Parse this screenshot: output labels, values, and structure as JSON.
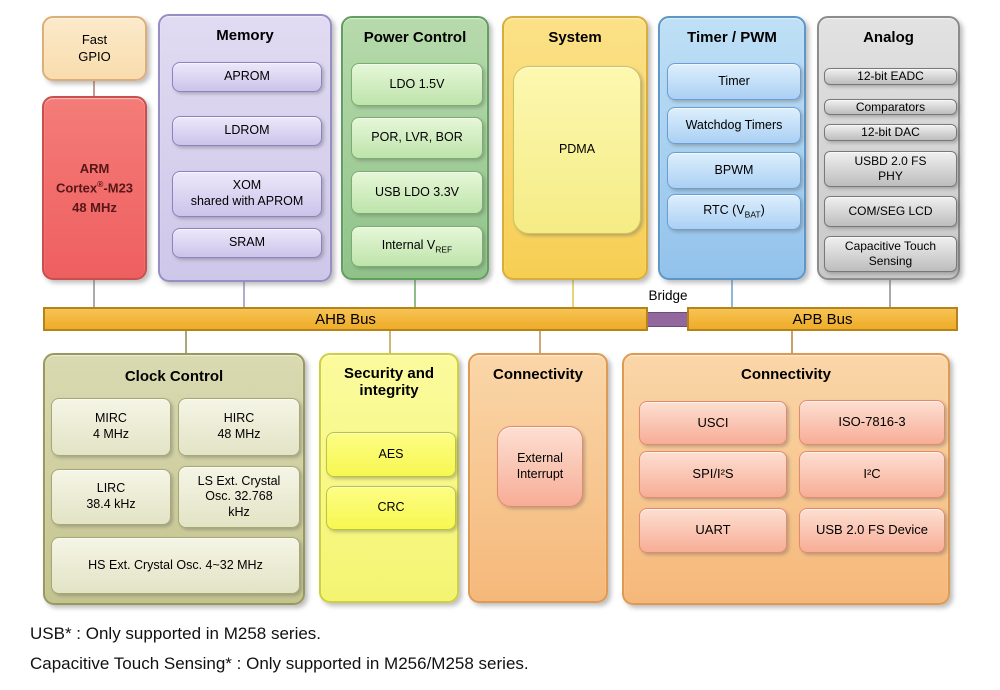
{
  "palette": {
    "arm_red": "#EE5F60",
    "gpio_peach": "#F8DCAD",
    "memory_purple": "#CEC7E9",
    "power_green": "#8FC289",
    "system_yellow": "#F6CE53",
    "timer_blue": "#92C2EB",
    "analog_gray": "#C8C8C8",
    "bus_gold": "#EFAC28",
    "bridge_purple": "#91679E",
    "clock_olive": "#C4C48F",
    "security_yellow": "#F4F472",
    "connectivity_orange": "#F5B87A",
    "connectivity_item_pink": "#F7AD96"
  },
  "blocks": {
    "fast_gpio": {
      "label": "Fast\nGPIO"
    },
    "arm": {
      "line1": "ARM",
      "line2_pre": "Cortex",
      "line2_sup": "®",
      "line2_post": "-M23",
      "line3": "48 MHz"
    },
    "memory": {
      "title": "Memory",
      "items": [
        "APROM",
        "LDROM",
        "XOM\nshared with APROM",
        "SRAM"
      ]
    },
    "power_control": {
      "title": "Power Control",
      "items": [
        "LDO 1.5V",
        "POR, LVR, BOR",
        "USB LDO 3.3V"
      ],
      "vref": {
        "pre": "Internal V",
        "sub": "REF"
      }
    },
    "system": {
      "title": "System",
      "items": [
        "PDMA"
      ]
    },
    "timer_pwm": {
      "title": "Timer / PWM",
      "items": [
        "Timer",
        "Watchdog Timers",
        "BPWM"
      ],
      "rtc": {
        "pre": "RTC (V",
        "sub": "BAT",
        "post": ")"
      }
    },
    "analog": {
      "title": "Analog",
      "items": [
        "12-bit EADC",
        "Comparators",
        "12-bit DAC",
        "USBD 2.0 FS\nPHY",
        "COM/SEG LCD",
        "Capacitive Touch\nSensing"
      ]
    },
    "clock_control": {
      "title": "Clock Control",
      "items": [
        "MIRC\n4 MHz",
        "HIRC\n48 MHz",
        "LIRC\n38.4 kHz",
        "LS Ext. Crystal\nOsc. 32.768\nkHz",
        "HS Ext. Crystal Osc. 4~32 MHz"
      ]
    },
    "security": {
      "title": "Security and\nintegrity",
      "items": [
        "AES",
        "CRC"
      ]
    },
    "connectivity_left": {
      "title": "Connectivity",
      "items": [
        "External\nInterrupt"
      ]
    },
    "connectivity_right": {
      "title": "Connectivity",
      "items": [
        "USCI",
        "ISO-7816-3",
        "SPI/I²S",
        "I²C",
        "UART",
        "USB 2.0 FS Device"
      ]
    }
  },
  "buses": {
    "ahb": "AHB Bus",
    "apb": "APB Bus",
    "bridge": "Bridge"
  },
  "footnotes": [
    "USB* : Only supported in M258 series.",
    "Capacitive Touch Sensing* : Only supported in M256/M258 series."
  ]
}
